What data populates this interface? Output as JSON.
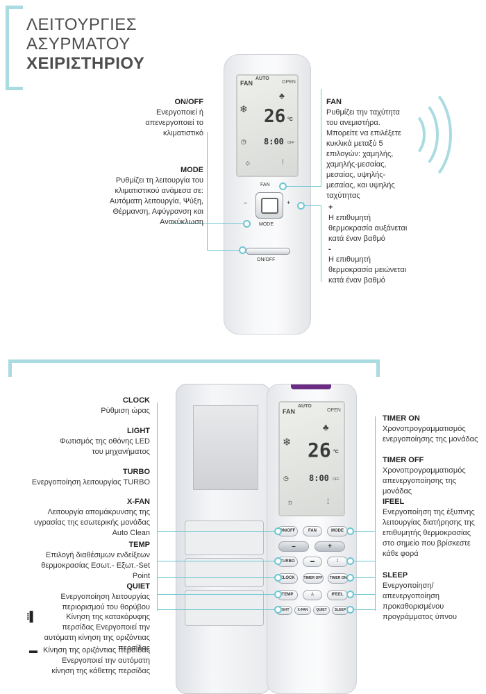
{
  "title": {
    "line1": "ΛΕΙΤΟΥΡΓΙΕΣ",
    "line2": "ΑΣΥΡΜΑΤΟΥ",
    "line3": "ΧΕΙΡΙΣΤΗΡΙΟΥ"
  },
  "remote_top": {
    "lcd": {
      "fan": "FAN",
      "auto": "AUTO",
      "open": "OPEN",
      "temp": "26",
      "unit": "°C",
      "time": "8:00",
      "off": "OFF"
    },
    "fan_label": "FAN",
    "mode_label": "MODE",
    "minus": "–",
    "plus": "+",
    "onoff_label": "ON/OFF"
  },
  "top_labels": {
    "onoff": {
      "title": "ON/OFF",
      "text": "Ενεργοποιεί ή απενεργοποιεί το κλιματιστικό"
    },
    "mode": {
      "title": "MODE",
      "text": "Ρυθμίζει τη λειτουργία του κλιματιστικού ανάμεσα σε: Αυτόματη λειτουργία, Ψύξη, Θέρμανση, Αφύγρανση και Ανακύκλωση"
    },
    "fan": {
      "title": "FAN",
      "text": "Ρυθμίζει την ταχύτητα του ανεμιστήρα. Μπορείτε να επιλέξετε κυκλικά μεταξύ 5 επιλογών: χαμηλής, χαμηλής-μεσαίας, μεσαίας, υψηλής-μεσαίας, και υψηλής ταχύτητας"
    },
    "plus": {
      "sign": "+",
      "text": "Η επιθυμητή θερμοκρασία αυξάνεται κατά έναν βαθμό"
    },
    "minus": {
      "sign": "-",
      "text": "Η επιθυμητή θερμοκρασία μειώνεται κατά έναν βαθμό"
    }
  },
  "left_labels": [
    {
      "title": "CLOCK",
      "text": "Ρύθμιση ώρας"
    },
    {
      "title": "LIGHT",
      "text": "Φωτισμός της οθόνης LED του μηχανήματος"
    },
    {
      "title": "TURBO",
      "text": "Ενεργοποίηση λειτουργίας TURBO"
    },
    {
      "title": "X-FAN",
      "text": "Λειτουργία απομάκρυνσης της υγρασίας της εσωτερικής μονάδας Auto Clean"
    },
    {
      "title": "TEMP",
      "text": "Επιλογή διαθέσιμων ενδείξεων θερμοκρασίας Εσωτ.- Εξωτ.-Set Point"
    },
    {
      "title": "QUIET",
      "text": "Ενεργοποίηση λειτουργίας περιορισμού του θορύβου"
    }
  ],
  "swing": {
    "vertical": "Κίνηση της κατακόρυφης περσίδας Ενεργοποιεί την αυτόματη κίνηση της οριζόντιας περσίδας",
    "horizontal": "Κίνηση της οριζόντιας περσίδας Ενεργοποιεί την αυτόματη κίνηση της κάθετης περσίδας"
  },
  "right_labels": [
    {
      "title": "TIMER ON",
      "text": "Χρονοπρογραμματισμός ενεργοποίησης της μονάδας"
    },
    {
      "title": "TIMER OFF",
      "text": "Χρονοπρογραμματισμός απενεργοποίησης της μονάδας"
    },
    {
      "title": "IFEEL",
      "text": "Ενεργοποίηση της έξυπνης λειτουργίας διατήρησης της επιθυμητής θερμοκρασίας στο σημείο που βρίσκεστε κάθε φορά"
    },
    {
      "title": "SLEEP",
      "text": "Ενεργοποίηση/απενεργοποίηση προκαθορισμένου προγράμματος ύπνου"
    }
  ],
  "remote_bottom": {
    "lcd": {
      "fan": "FAN",
      "auto": "AUTO",
      "open": "OPEN",
      "temp": "26",
      "unit": "°C",
      "time": "8:00",
      "off": "OFF"
    },
    "buttons": {
      "onoff": "ON/OFF",
      "fan": "FAN",
      "mode": "MODE",
      "minus": "–",
      "plus": "+",
      "turbo": "TURBO",
      "clock": "CLOCK",
      "timeroff": "TIMER OFF",
      "timeron": "TIMER ON",
      "temp": "TEMP",
      "ifeel": "IFEEL",
      "light": "LIGHT",
      "xfan": "X-FAN",
      "quiet": "QUIET",
      "sleep": "SLEEP"
    }
  },
  "colors": {
    "accent": "#6cc6d2",
    "bracket": "#a9dbe0",
    "purple": "#6b2c83"
  }
}
